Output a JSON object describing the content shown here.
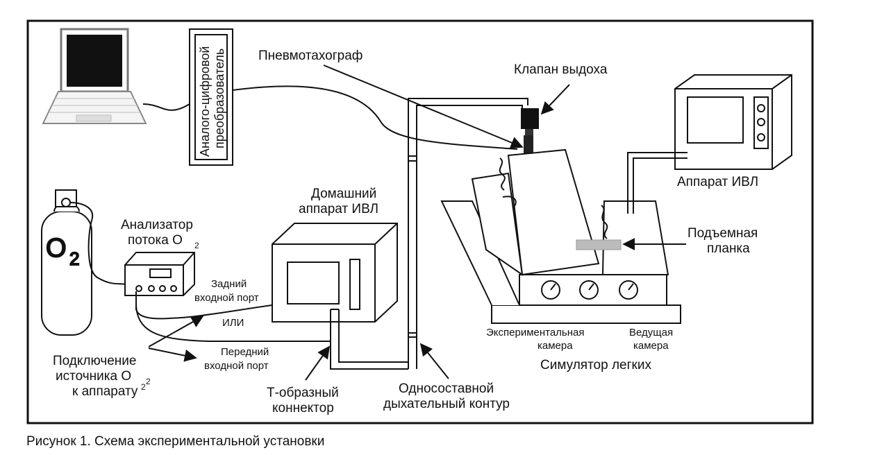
{
  "caption": "Рисунок 1. Схема экспериментальной установки",
  "labels": {
    "adc_line1": "Аналого-цифровой",
    "adc_line2": "преобразователь",
    "pneumotach": "Пневмотахограф",
    "exhale_valve": "Клапан выдоха",
    "ventilator": "Аппарат ИВЛ",
    "home_vent_line1": "Домашний",
    "home_vent_line2": "аппарат ИВЛ",
    "analyzer_line1": "Анализатор",
    "analyzer_line2": "потока О",
    "analyzer_sub": "2",
    "o2_letter": "O",
    "o2_sub": "2",
    "rear_port_line1": "Задний",
    "rear_port_line2": "входной порт",
    "or": "ИЛИ",
    "front_port_line1": "Передний",
    "front_port_line2": "входной порт",
    "connect_line1": "Подключение",
    "connect_line2": "источника О",
    "connect_sub": "2",
    "connect_line3": "к аппарату",
    "connect_sup": "2",
    "t_conn_line1": "Т-образный",
    "t_conn_line2": "коннектор",
    "circuit_line1": "Односоставной",
    "circuit_line2": "дыхательный контур",
    "lift_line1": "Подъемная",
    "lift_line2": "планка",
    "exp_chamber_line1": "Экспериментальная",
    "exp_chamber_line2": "камера",
    "drive_chamber_line1": "Ведущая",
    "drive_chamber_line2": "камера",
    "lung_sim": "Симулятор легких"
  }
}
